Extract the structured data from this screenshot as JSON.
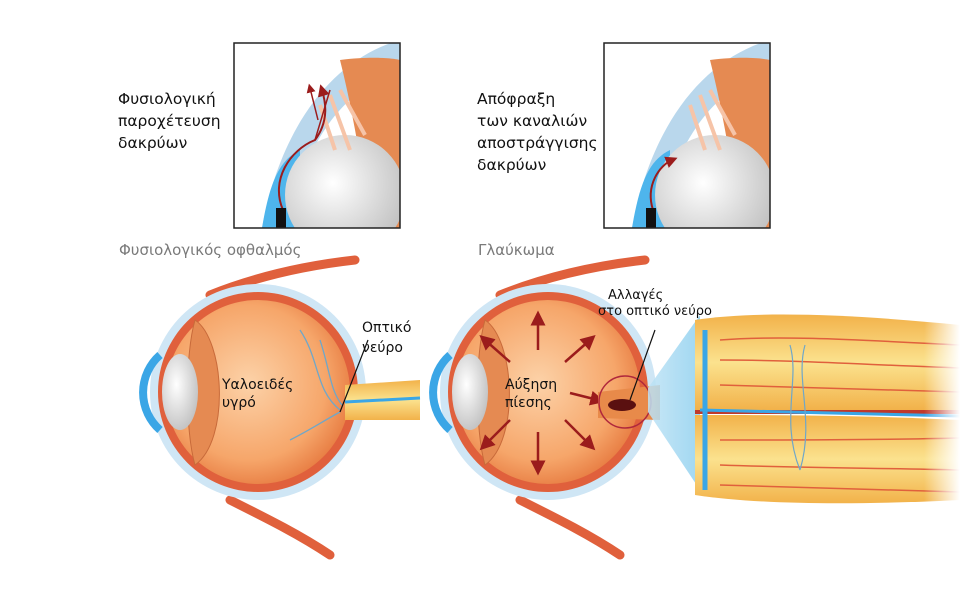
{
  "insets": [
    {
      "caption": [
        "Φυσιολογική",
        "παροχέτευση",
        "δακρύων"
      ]
    },
    {
      "caption": [
        "Απόφραξη",
        "των καναλιών",
        "αποστράγγισης",
        "δακρύων"
      ]
    }
  ],
  "sections": {
    "normal_title": "Φυσιολογικός οφθαλμός",
    "glaucoma_title": "Γλαύκωμα"
  },
  "labels": {
    "optic_nerve": [
      "Οπτικό",
      "νεύρο"
    ],
    "vitreous": [
      "Υαλοειδές",
      "υγρό"
    ],
    "pressure": [
      "Αύξηση",
      "πίεσης"
    ],
    "nerve_changes": [
      "Αλλαγές",
      "στο οπτικό νεύρο"
    ]
  },
  "colors": {
    "eye_fill": "#f6a86a",
    "sclera": "#fbe3c8",
    "cornea": "#3aa6e6",
    "muscle": "#e0603c",
    "arrow": "#9b1c1c",
    "lens": "#e8e8e8"
  }
}
